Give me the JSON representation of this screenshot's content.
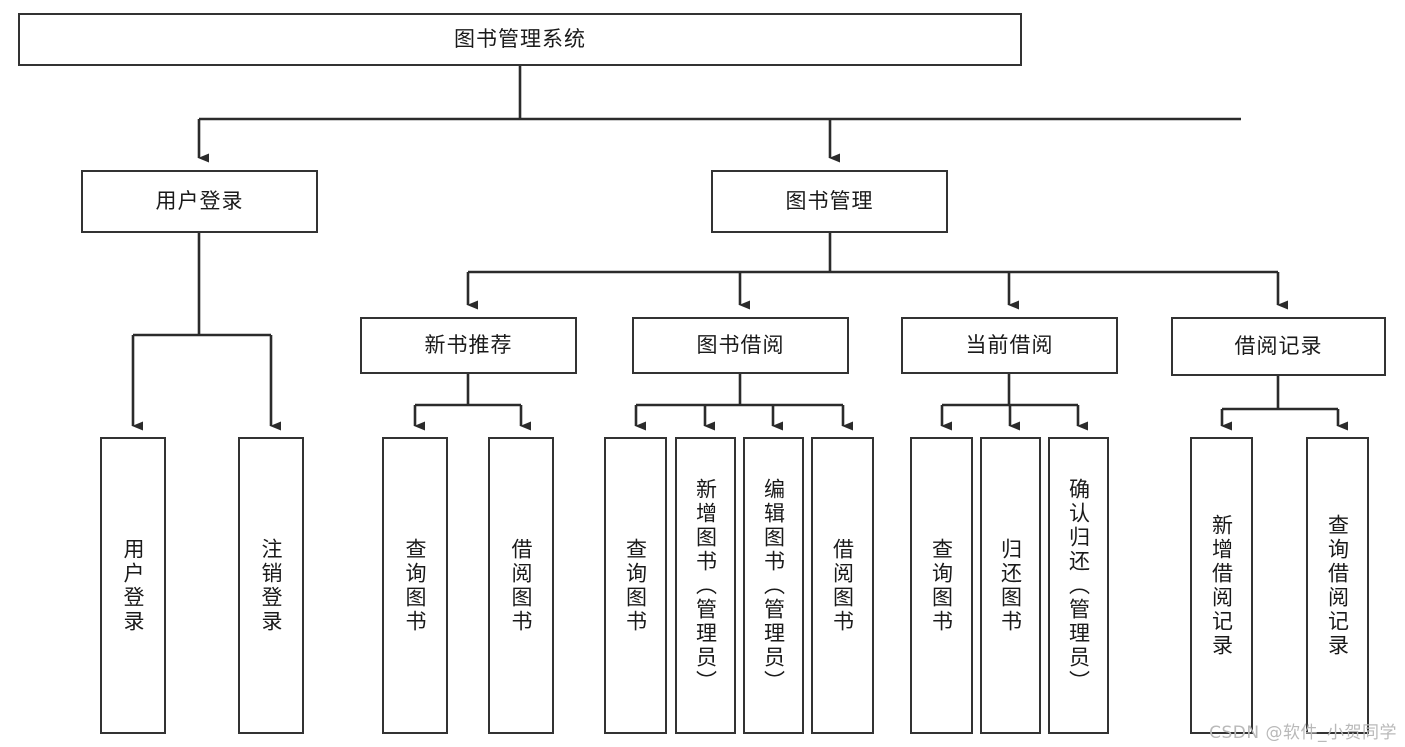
{
  "diagram": {
    "title": "图书管理系统",
    "type": "tree",
    "orientation": "top-down",
    "edge_color": "#333333",
    "node_border_color": "#333333",
    "node_fill_color": "#ffffff",
    "text_color": "#1a1a1a",
    "background_color": "#ffffff"
  },
  "nodes": {
    "root": {
      "label": "图书管理系统",
      "level": 1
    },
    "l2": [
      {
        "id": "user_login",
        "label": "用户登录",
        "level": 2
      },
      {
        "id": "book_manage",
        "label": "图书管理",
        "level": 2
      }
    ],
    "l3": [
      {
        "id": "new_book_rec",
        "label": "新书推荐",
        "level": 3,
        "parent": "book_manage"
      },
      {
        "id": "book_borrow",
        "label": "图书借阅",
        "level": 3,
        "parent": "book_manage"
      },
      {
        "id": "current_borrow",
        "label": "当前借阅",
        "level": 3,
        "parent": "book_manage"
      },
      {
        "id": "borrow_record",
        "label": "借阅记录",
        "level": 3,
        "parent": "book_manage"
      }
    ],
    "leaves": [
      {
        "id": "leaf_user_login",
        "label": "用户登录",
        "parent": "user_login"
      },
      {
        "id": "leaf_logout",
        "label": "注销登录",
        "parent": "user_login"
      },
      {
        "id": "leaf_query_book_a",
        "label": "查询图书",
        "parent": "new_book_rec"
      },
      {
        "id": "leaf_borrow_book_a",
        "label": "借阅图书",
        "parent": "new_book_rec"
      },
      {
        "id": "leaf_query_book_b",
        "label": "查询图书",
        "parent": "book_borrow"
      },
      {
        "id": "leaf_add_book",
        "label": "新增图书（管理员）",
        "parent": "book_borrow"
      },
      {
        "id": "leaf_edit_book",
        "label": "编辑图书（管理员）",
        "parent": "book_borrow"
      },
      {
        "id": "leaf_borrow_book_b",
        "label": "借阅图书",
        "parent": "book_borrow"
      },
      {
        "id": "leaf_query_book_c",
        "label": "查询图书",
        "parent": "current_borrow"
      },
      {
        "id": "leaf_return_book",
        "label": "归还图书",
        "parent": "current_borrow"
      },
      {
        "id": "leaf_confirm_return",
        "label": "确认归还（管理员）",
        "parent": "current_borrow"
      },
      {
        "id": "leaf_add_record",
        "label": "新增借阅记录",
        "parent": "borrow_record"
      },
      {
        "id": "leaf_query_record",
        "label": "查询借阅记录",
        "parent": "borrow_record"
      }
    ]
  },
  "watermark": {
    "text": "CSDN @软件_小贺同学"
  }
}
